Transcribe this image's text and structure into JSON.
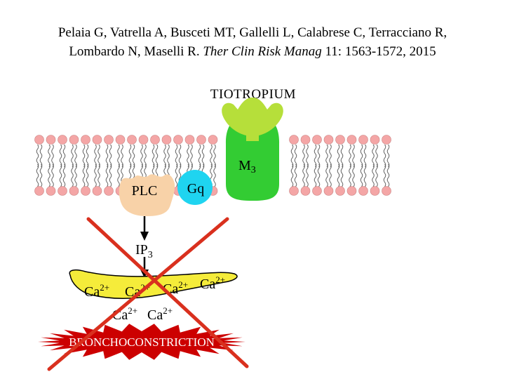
{
  "citation": {
    "line1": "Pelaia G, Vatrella A, Busceti MT, Gallelli L, Calabrese C, Terracciano R,",
    "line2_authors": "Lombardo N, Maselli R.",
    "line2_journal": "Ther Clin Risk Manag",
    "line2_ref": "11: 1563-1572, 2015"
  },
  "diagram": {
    "drug_label": "TIOTROPIUM",
    "receptor_label": "M",
    "receptor_sub": "3",
    "plc_label": "PLC",
    "gq_label": "Gq",
    "ip3_label": "IP",
    "ip3_sub": "3",
    "calcium": {
      "base": "Ca",
      "charge": "2+"
    },
    "effect_label": "BRONCHOCONSTRICTION",
    "colors": {
      "lipid_head": "#f4a6a6",
      "receptor": "#33cc33",
      "drug": "#b6df3a",
      "plc": "#f8d2a8",
      "gq": "#1fd4f0",
      "er": "#f5ec3a",
      "burst": "#cc0000",
      "cross": "#d9301e"
    }
  }
}
